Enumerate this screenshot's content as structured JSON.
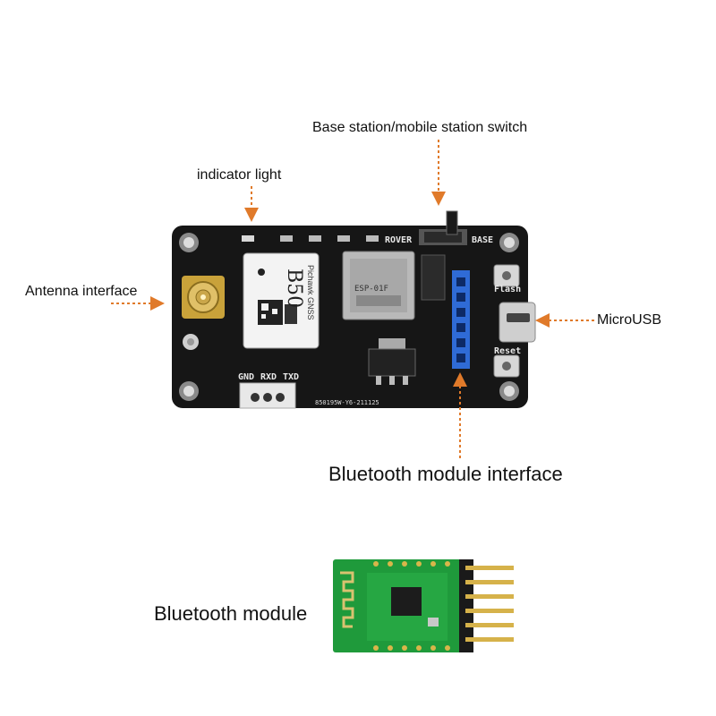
{
  "labels": {
    "switch": "Base station/mobile station switch",
    "indicator": "indicator light",
    "antenna": "Antenna interface",
    "microusb": "MicroUSB",
    "bt_interface": "Bluetooth module interface",
    "bt_module": "Bluetooth module"
  },
  "board_silkscreen": {
    "rover": "ROVER",
    "base": "BASE",
    "flash": "Flash",
    "reset": "Reset",
    "gnd": "GND",
    "rxd": "RXD",
    "txd": "TXD",
    "gnss_model": "B50",
    "gnss_brand": "Pichawk GNSS",
    "wifi_module": "ESP-01F",
    "serial": "850195W-Y6-211125"
  },
  "colors": {
    "board": "#161616",
    "leader_arrow": "#e07a2a",
    "header": "#2f6bd6",
    "bt_pcb": "#1f9a3b",
    "gold": "#c9a23a"
  }
}
